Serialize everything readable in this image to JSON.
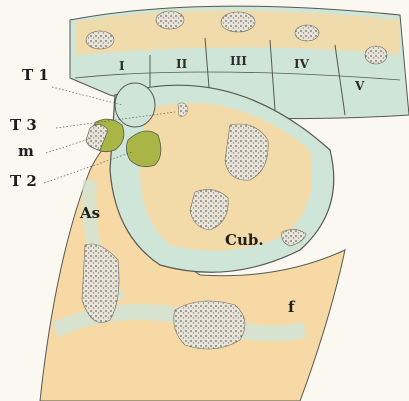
{
  "plate": {
    "left_labels": {
      "t1": "T 1",
      "t3": "T 3",
      "m": "m",
      "t2": "T 2"
    },
    "roman_labels": [
      "I",
      "II",
      "III",
      "IV",
      "V"
    ],
    "region_labels": {
      "astragalus": "As",
      "cuboid": "Cub.",
      "fibula": "f"
    },
    "colors": {
      "background": "#fbf8f1",
      "cartilage_blue": "#cfe5d8",
      "bone_tan": "#f6d9a4",
      "ossification": "#d9d5cc",
      "olive_tarsal": "#a9b545",
      "outline": "#55594f"
    }
  }
}
